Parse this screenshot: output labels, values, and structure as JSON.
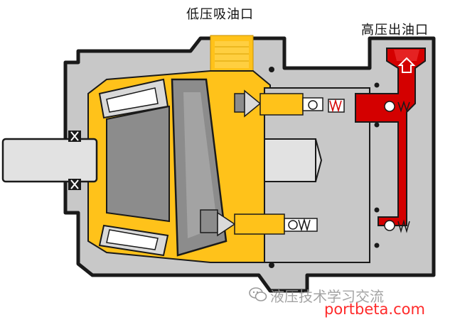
{
  "labels": {
    "low_pressure_port": "低压吸油口",
    "high_pressure_port": "高压出油口"
  },
  "watermark": {
    "text": "液压技术学习交流"
  },
  "source_mark": {
    "text": "portbeta.com"
  },
  "colors": {
    "housing_fill": "#c8c8c8",
    "outline": "#1a1a1a",
    "low_pressure_oil": "#ffc21a",
    "high_pressure_oil": "#d40000",
    "internal_parts": "#8c8c8c",
    "background": "#ffffff"
  },
  "icons": [
    "wechat-icon",
    "shaft-seal-icon",
    "check-valve-icon"
  ]
}
